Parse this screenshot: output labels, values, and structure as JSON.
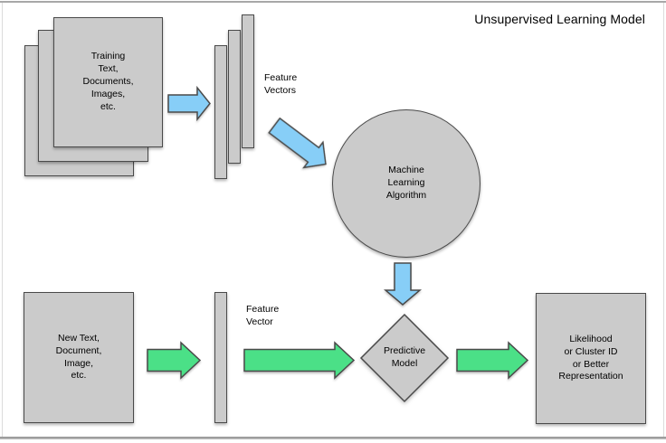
{
  "title": "Unsupervised Learning Model",
  "colors": {
    "background": "#ffffff",
    "shape_fill": "#cbcbcb",
    "shape_border": "#4a4a4a",
    "arrow_blue": "#87cef7",
    "arrow_green": "#4be087",
    "text": "#000000"
  },
  "nodes": {
    "training_documents": {
      "shape": "stacked-rectangles",
      "label": "Training\nText,\nDocuments,\nImages,\netc."
    },
    "feature_vectors": {
      "shape": "stacked-bars",
      "label": "Feature\nVectors"
    },
    "machine_learning_algorithm": {
      "shape": "circle",
      "label": "Machine\nLearning\nAlgorithm"
    },
    "predictive_model": {
      "shape": "diamond",
      "label": "Predictive\nModel"
    },
    "new_document": {
      "shape": "rectangle",
      "label": "New Text,\nDocument,\nImage,\netc."
    },
    "feature_vector": {
      "shape": "bar",
      "label": "Feature\nVector"
    },
    "output": {
      "shape": "rectangle",
      "label": "Likelihood\nor Cluster ID\nor Better\nRepresentation"
    }
  },
  "arrows": [
    {
      "name": "training-to-feature-vectors",
      "direction": "right",
      "color": "blue"
    },
    {
      "name": "feature-vectors-to-algorithm",
      "direction": "down-right",
      "color": "blue"
    },
    {
      "name": "algorithm-to-predictive-model",
      "direction": "down",
      "color": "blue"
    },
    {
      "name": "new-document-to-feature-vector",
      "direction": "right",
      "color": "green"
    },
    {
      "name": "feature-vector-to-predictive-model",
      "direction": "right",
      "color": "green"
    },
    {
      "name": "predictive-model-to-output",
      "direction": "right",
      "color": "green"
    }
  ]
}
